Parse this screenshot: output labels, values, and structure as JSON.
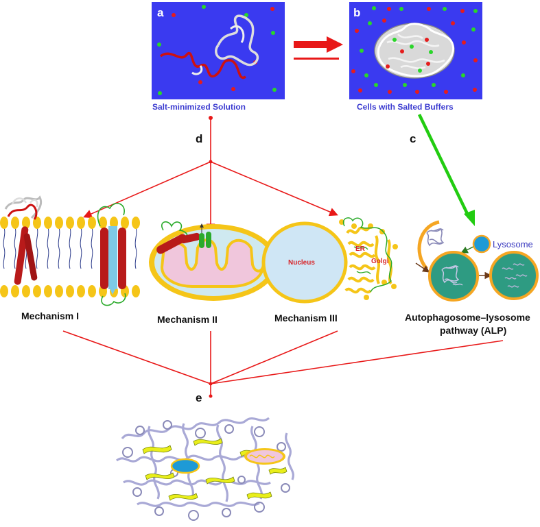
{
  "panels": {
    "a": {
      "letter": "a",
      "caption": "Salt-minimized Solution"
    },
    "b": {
      "letter": "b",
      "caption": "Cells with Salted Buffers"
    },
    "c": {
      "letter": "c"
    },
    "d": {
      "letter": "d"
    },
    "e": {
      "letter": "e"
    }
  },
  "mechanisms": {
    "m1": {
      "label": "Mechanism I"
    },
    "m2": {
      "label": "Mechanism II"
    },
    "m3": {
      "label": "Mechanism III",
      "nucleus": "Nucleus",
      "er": "ER",
      "golgi": "Golgi"
    },
    "alp": {
      "line1": "Autophagosome–lysosome",
      "line2": "pathway (ALP)",
      "lysosome": "Lysosome"
    }
  },
  "colors": {
    "solution_bg": "#3a3af0",
    "red_arrow": "#e81818",
    "green_arrow": "#22cc11",
    "membrane_yellow": "#f5c518",
    "mito_pink": "#f2cfe0",
    "nucleus_blue": "#cfe6f5",
    "autophagosome_teal": "#2e9b82",
    "lysosome_blue": "#1e9ad6",
    "protein_lilac": "#a9a9d6"
  }
}
